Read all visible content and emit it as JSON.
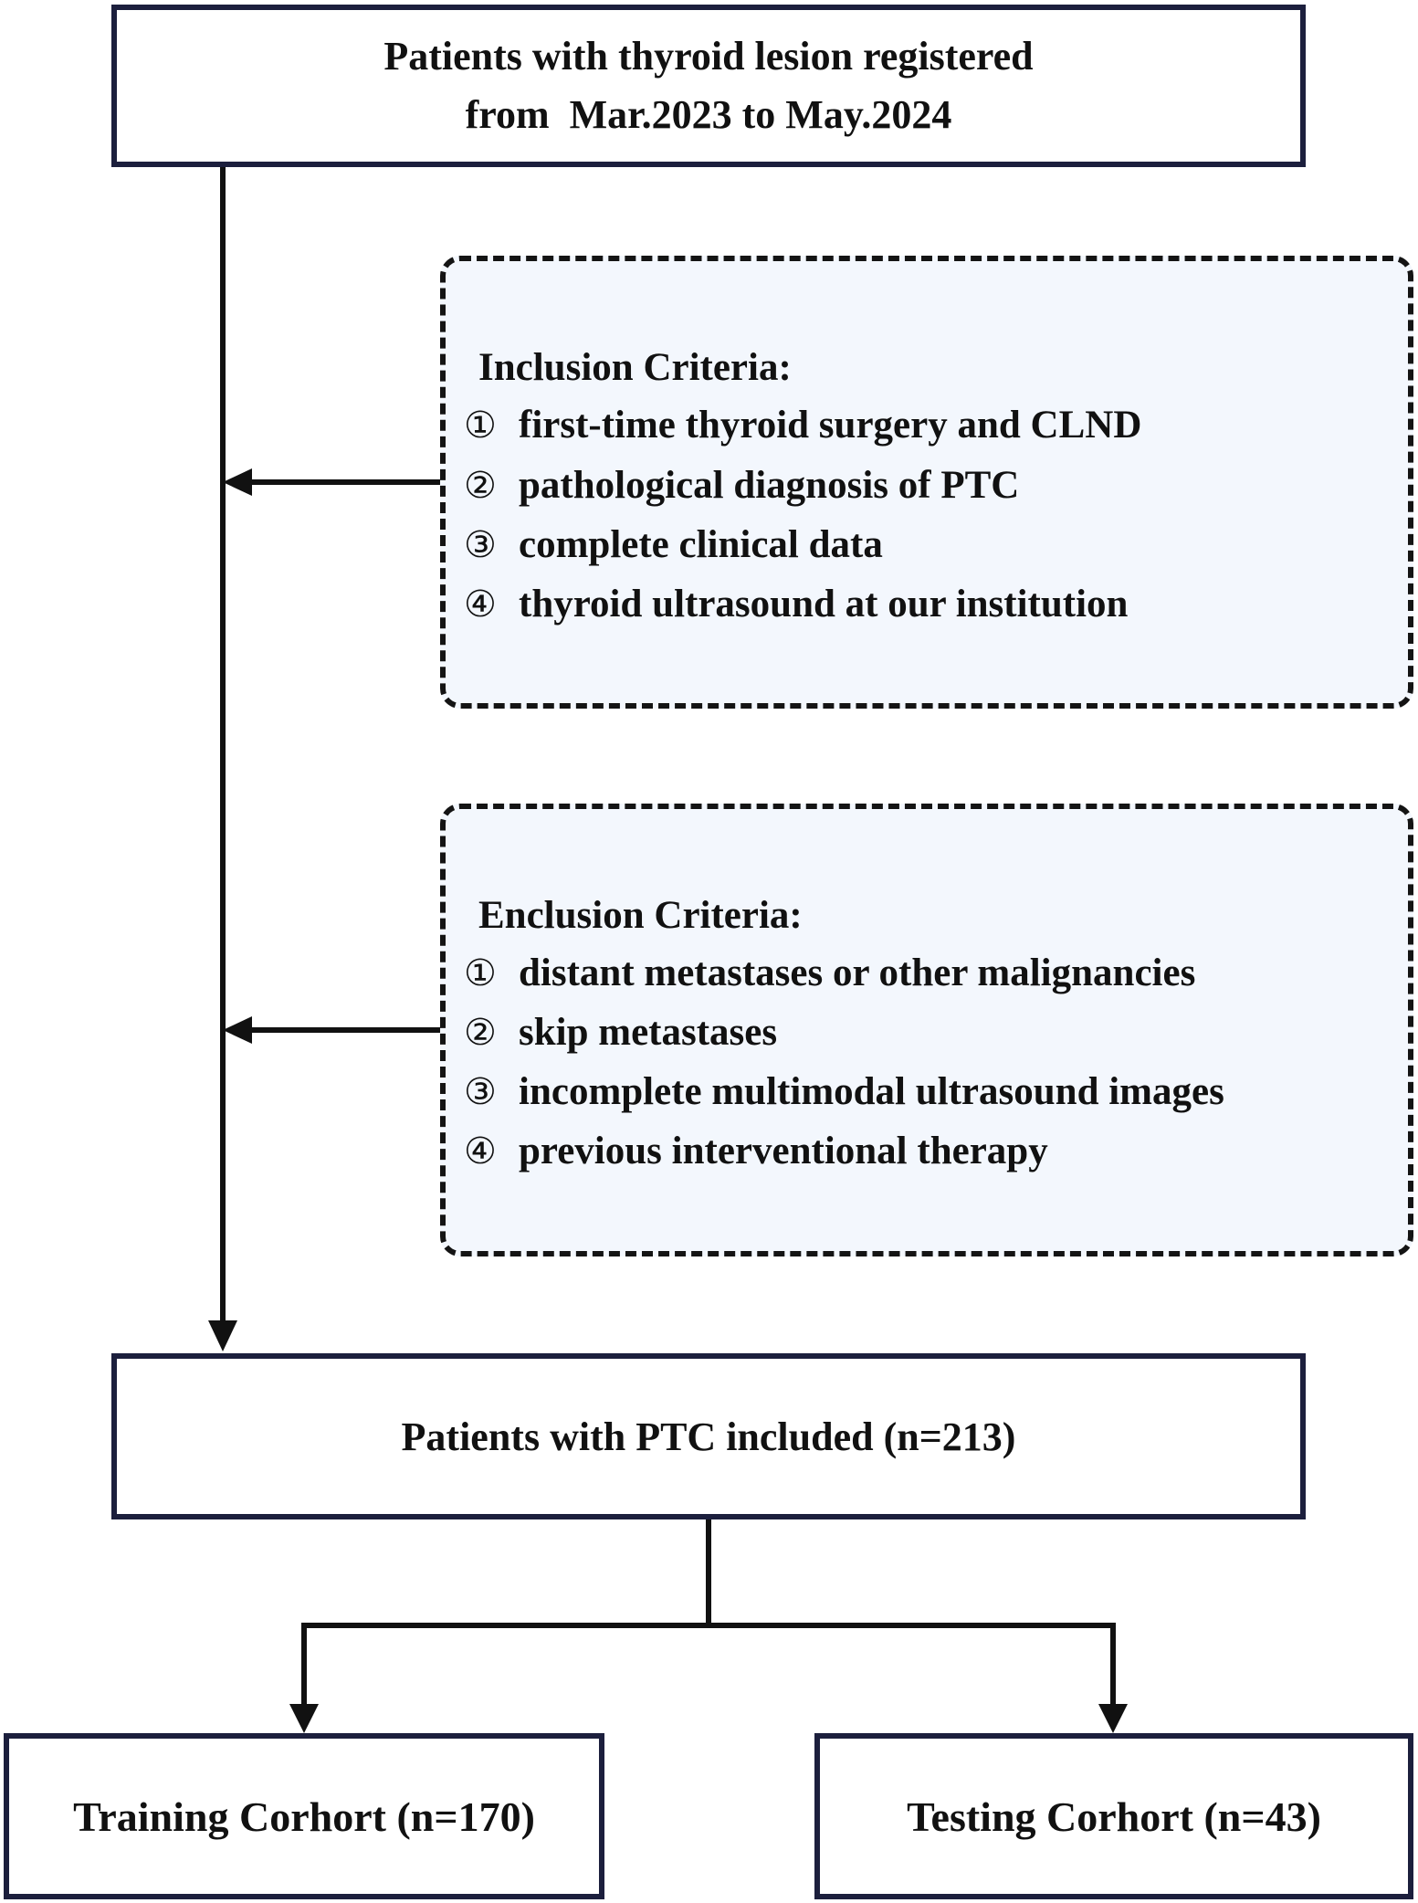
{
  "top_box": {
    "line1": "Patients with thyroid lesion registered",
    "line2": "from  Mar.2023 to May.2024"
  },
  "inclusion": {
    "title": "Inclusion Criteria:",
    "items": [
      {
        "num": "①",
        "text": "first-time thyroid surgery and CLND"
      },
      {
        "num": "②",
        "text": "pathological diagnosis of PTC"
      },
      {
        "num": "③",
        "text": "complete clinical data"
      },
      {
        "num": "④",
        "text": "thyroid ultrasound at our institution"
      }
    ]
  },
  "exclusion": {
    "title": "Enclusion Criteria:",
    "items": [
      {
        "num": "①",
        "text": "distant metastases or other malignancies"
      },
      {
        "num": "②",
        "text": "skip metastases"
      },
      {
        "num": "③",
        "text": "incomplete multimodal ultrasound images"
      },
      {
        "num": "④",
        "text": "previous interventional therapy"
      }
    ]
  },
  "included_box": "Patients with PTC included (n=213)",
  "training_box": "Training Corhort (n=170)",
  "testing_box": "Testing Corhort (n=43)",
  "colors": {
    "box_border": "#1c1f3d",
    "dashed_fill": "#f3f7fd",
    "line": "#111111"
  }
}
